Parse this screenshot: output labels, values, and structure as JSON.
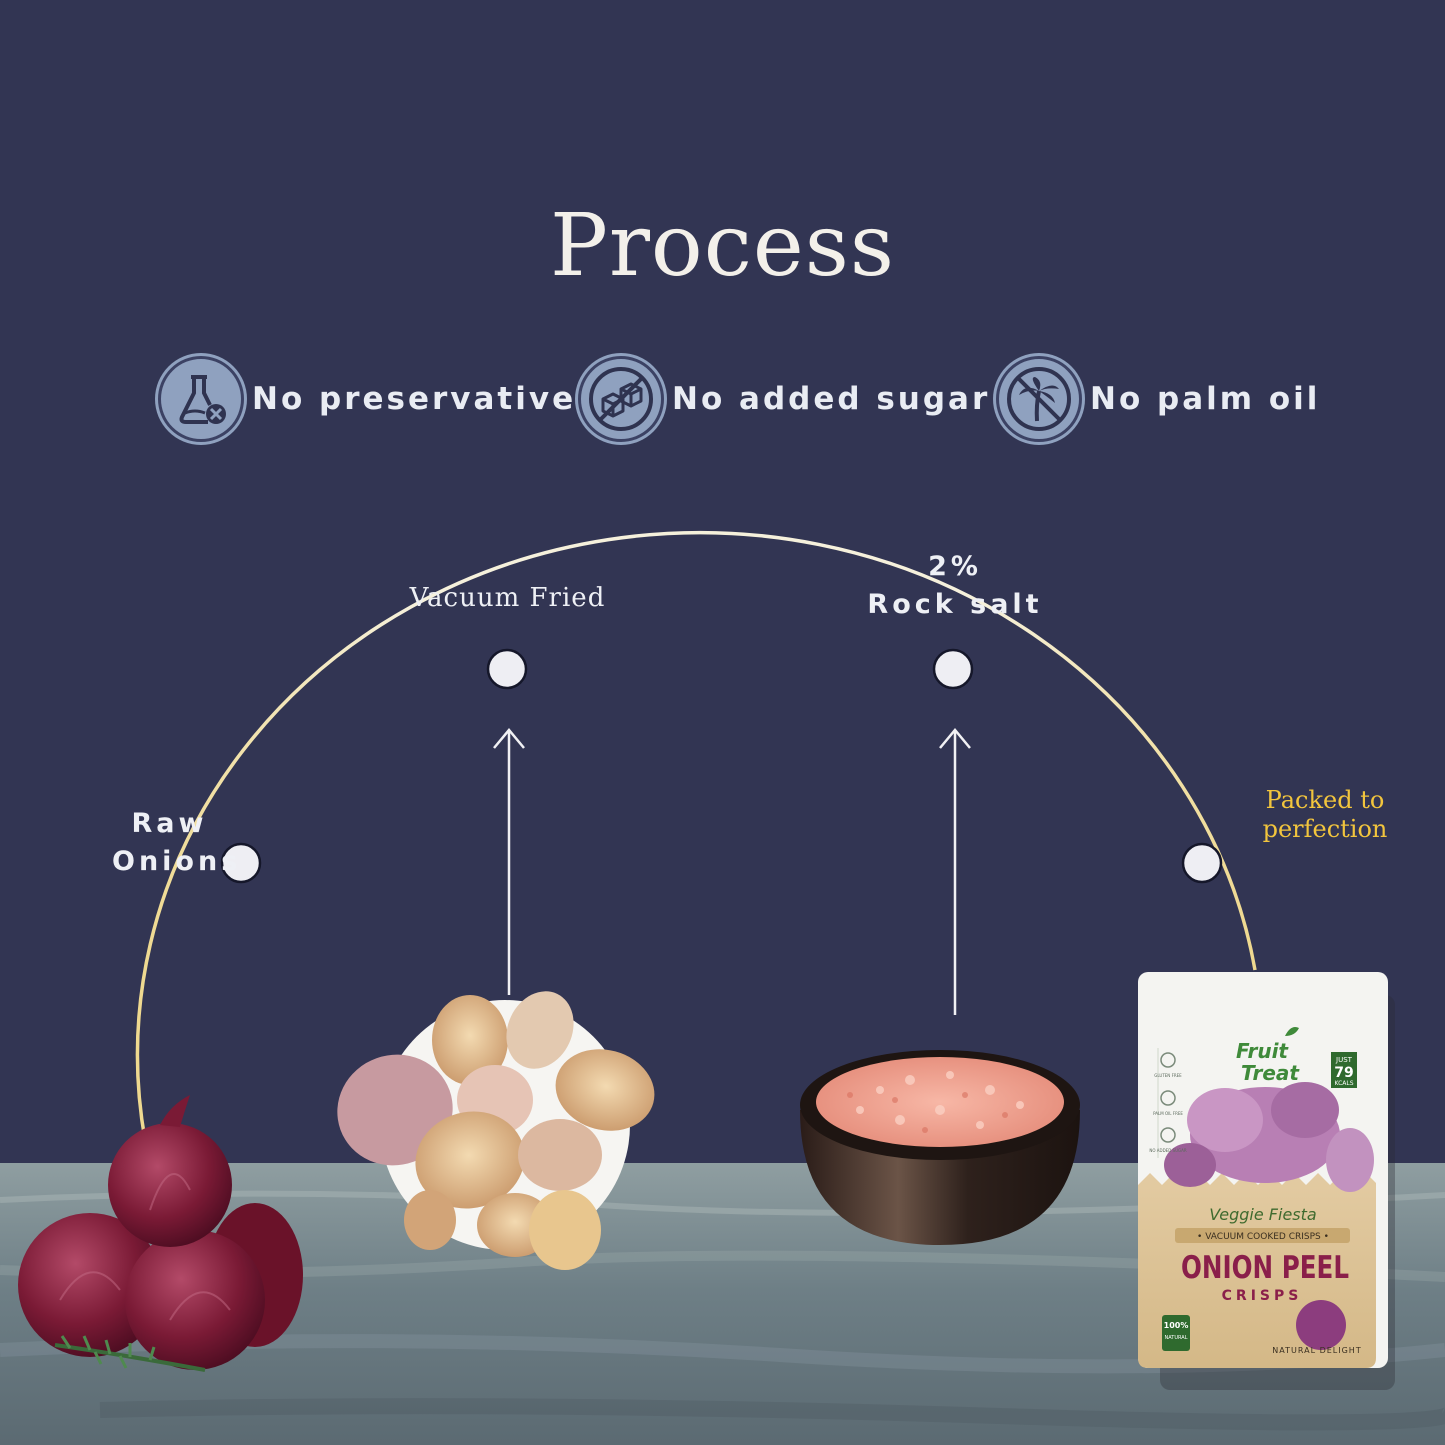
{
  "title": "Process",
  "badges": [
    {
      "icon": "flask-no-preservatives-icon",
      "label": "No preservatives"
    },
    {
      "icon": "no-sugar-cubes-icon",
      "label": "No added sugar"
    },
    {
      "icon": "no-palm-tree-icon",
      "label": "No palm oil"
    }
  ],
  "steps": [
    {
      "label_line1": "Raw",
      "label_line2": "Onions",
      "image": "red-onions-photo"
    },
    {
      "label": "Vacuum Fried",
      "image": "onion-crisps-bowl-photo"
    },
    {
      "label_line1": "2%",
      "label_line2": "Rock salt",
      "image": "pink-rock-salt-bowl-photo"
    },
    {
      "label_line1": "Packed to",
      "label_line2": "perfection",
      "image": "product-pouch-photo"
    }
  ],
  "product": {
    "brand_line1": "Fruit",
    "brand_line2": "Treat",
    "sub_brand": "Veggie Fiesta",
    "tagline": "• VACUUM COOKED CRISPS •",
    "name": "ONION PEEL",
    "name_sub": "CRISPS",
    "kcal_top": "JUST",
    "kcal_value": "79",
    "kcal_unit": "KCALS",
    "natural_badge_top": "100%",
    "natural_badge_bottom": "NATURAL",
    "footer": "NATURAL DELIGHT",
    "side_icons": [
      "GLUTEN FREE",
      "PALM OIL FREE",
      "NO ADDED SUGAR"
    ]
  },
  "colors": {
    "background": "#323553",
    "badge_circle": "#8fa1bf",
    "arc": "#f6f1dc",
    "arc_gold": "#efd98f",
    "accent_gold": "#f2c53d",
    "onion_purple": "#7a1a35"
  }
}
